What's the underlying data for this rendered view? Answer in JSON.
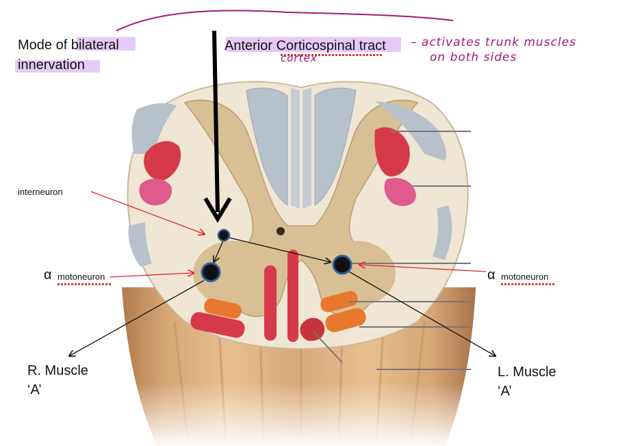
{
  "title": {
    "left_line1": "Mode of bilateral",
    "left_line2": "innervation",
    "tract": "Anterior Corticospinal tract",
    "tract_sub": "cortex"
  },
  "handwritten_note": {
    "line1": "– activates trunk muscles",
    "line2": "on both sides"
  },
  "labels": {
    "interneuron": "interneuron",
    "alpha_left_symbol": "α",
    "alpha_left_text": "motoneuron",
    "alpha_right_symbol": "α",
    "alpha_right_text": "motoneuron",
    "r_muscle_line1": "R. Muscle",
    "r_muscle_line2": "‘A’",
    "l_muscle_line1": "L. Muscle",
    "l_muscle_line2": "‘A’"
  },
  "colors": {
    "highlight": "#cf9ef0",
    "annotation_ink": "#a4167c",
    "pointer_red": "#e0262b",
    "white_matter": "#efe6d4",
    "gray_matter": "#d9bf94",
    "dorsal_column": "#b7c1cc",
    "red_tract": "#d63a4a",
    "orange_tract": "#e8782d",
    "pink_tract": "#e05a8c",
    "neuron": "#111111",
    "neuron_ring": "#2d5e9c"
  }
}
